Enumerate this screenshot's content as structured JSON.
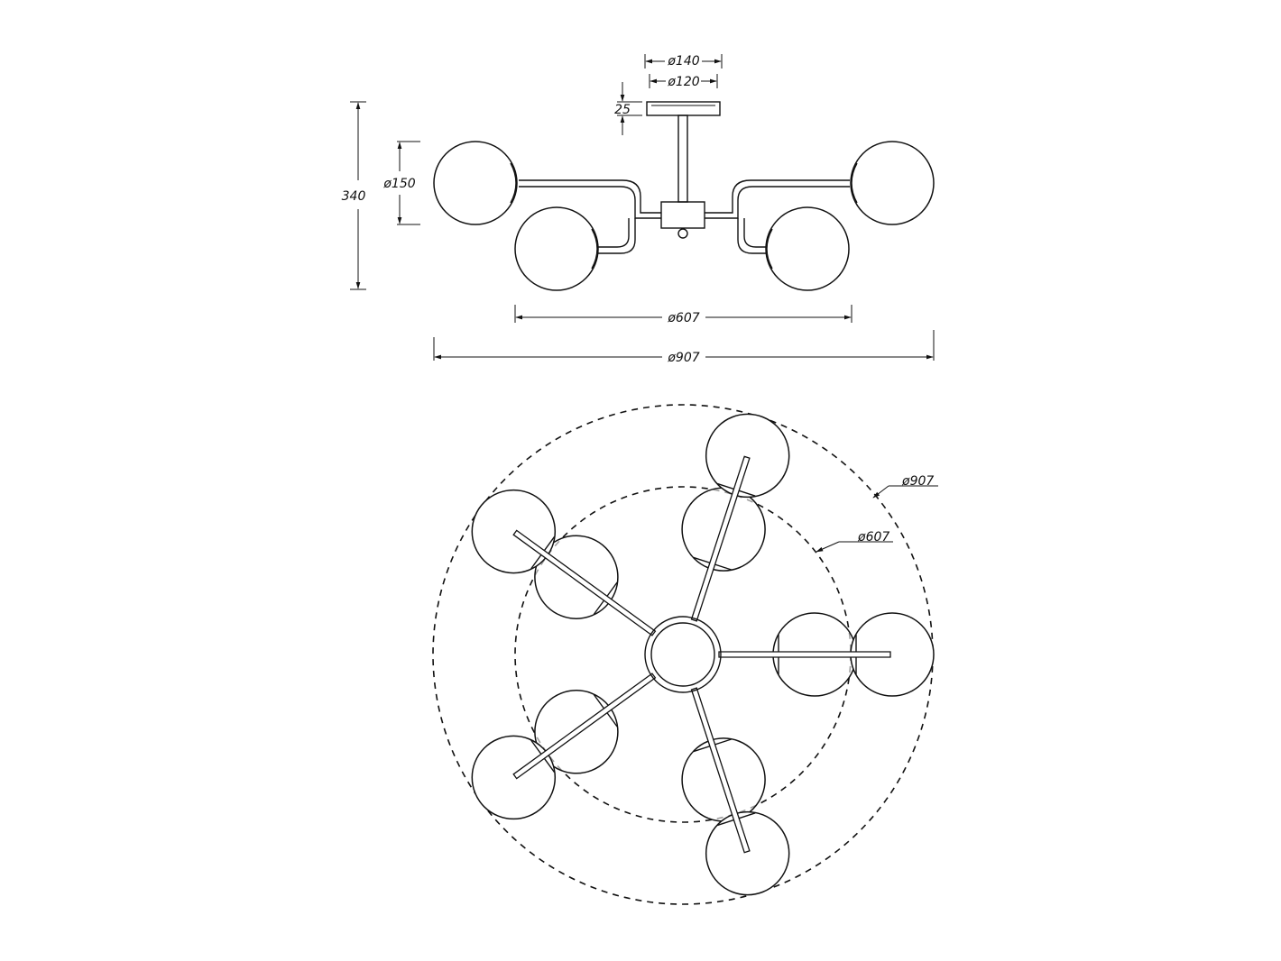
{
  "side_view": {
    "dims": {
      "canopy_outer": "ø140",
      "canopy_inner": "ø120",
      "canopy_height": "25",
      "total_height": "340",
      "globe": "ø150",
      "inner_span": "ø607",
      "outer_span": "ø907"
    }
  },
  "top_view": {
    "dims": {
      "outer_circle": "ø907",
      "inner_circle": "ø607"
    },
    "arm_count": 5
  },
  "colors": {
    "line": "#111111",
    "background": "#ffffff"
  }
}
